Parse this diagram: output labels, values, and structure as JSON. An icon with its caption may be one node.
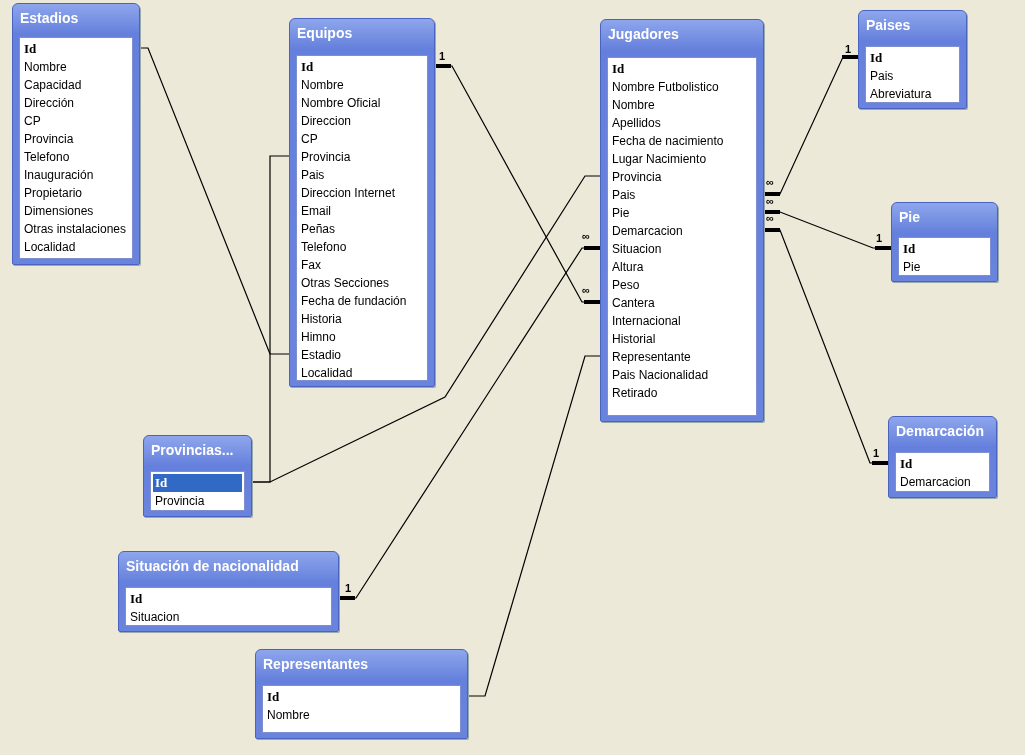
{
  "diagram": {
    "nodes": [
      {
        "text": [
          "Estadios",
          "Id",
          "Nombre",
          "Capacidad",
          "Dirección",
          "CP",
          "Provincia",
          "Telefono",
          "Inauguración",
          "Propietario",
          "Dimensiones",
          "Otras instalaciones",
          "Localidad"
        ]
      },
      {
        "text": [
          "Equipos",
          "Id",
          "Nombre",
          "Nombre Oficial",
          "Direccion",
          "CP",
          "Provincia",
          "Pais",
          "Direccion Internet",
          "Email",
          "Peñas",
          "Telefono",
          "Fax",
          "Otras Secciones",
          "Fecha de fundación",
          "Historia",
          "Himno",
          "Estadio",
          "Localidad"
        ]
      },
      {
        "text": [
          "Jugadores",
          "Id",
          "Nombre Futbolistico",
          "Nombre",
          "Apellidos",
          "Fecha de nacimiento",
          "Lugar Nacimiento",
          "Provincia",
          "Pais",
          "Pie",
          "Demarcacion",
          "Situacion",
          "Altura",
          "Peso",
          "Cantera",
          "Internacional",
          "Historial",
          "Representante",
          "Pais Nacionalidad",
          "Retirado"
        ]
      },
      {
        "text": [
          "Paises",
          "Id",
          "Pais",
          "Abreviatura"
        ]
      },
      {
        "text": [
          "Pie",
          "Id",
          "Pie"
        ]
      },
      {
        "text": [
          "Demarcación",
          "Id",
          "Demarcacion"
        ]
      },
      {
        "text": [
          "Provincias...",
          "Id",
          "Provincia"
        ]
      },
      {
        "text": [
          "Situación de nacionalidad",
          "Id",
          "Situacion"
        ]
      },
      {
        "text": [
          "Representantes",
          "Id",
          "Nombre"
        ]
      }
    ],
    "edges": [
      {
        "from": 0,
        "to": 1,
        "arrow": "none"
      },
      {
        "from": 6,
        "to": 1,
        "arrow": "none"
      },
      {
        "from": 6,
        "to": 2,
        "arrow": "none"
      },
      {
        "from": 1,
        "to": 2,
        "arrow": "other"
      },
      {
        "from": 7,
        "to": 2,
        "arrow": "other"
      },
      {
        "from": 8,
        "to": 2,
        "arrow": "none"
      },
      {
        "from": 2,
        "to": 3,
        "arrow": "other"
      },
      {
        "from": 2,
        "to": 4,
        "arrow": "other"
      },
      {
        "from": 2,
        "to": 5,
        "arrow": "other"
      }
    ],
    "labels": [
      "1",
      "1",
      "∞",
      "∞",
      "∞",
      "∞",
      "1",
      "∞",
      "1",
      "1"
    ]
  }
}
